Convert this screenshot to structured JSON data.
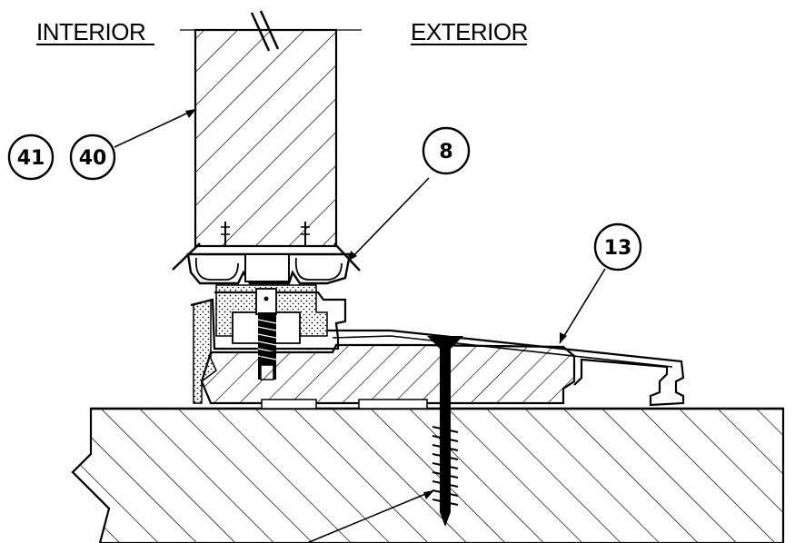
{
  "labels": {
    "interior": "INTERIOR",
    "exterior": "EXTERIOR"
  },
  "callouts": {
    "glass": [
      "41",
      "40"
    ],
    "gasket": "8",
    "sill": "13"
  },
  "colors": {
    "ink": "#000000",
    "paper": "#ffffff"
  }
}
